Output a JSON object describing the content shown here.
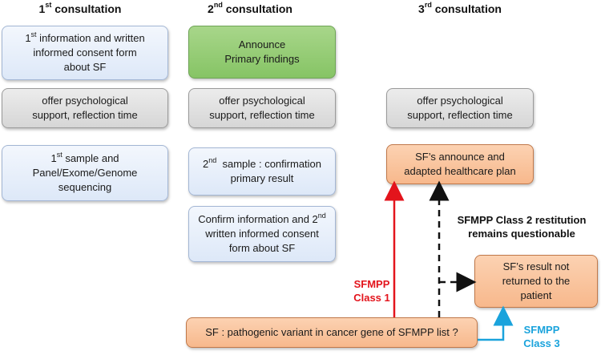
{
  "headers": {
    "c1": {
      "num": "1",
      "sup": "st",
      "rest": " consultation"
    },
    "c2": {
      "num": "2",
      "sup": "nd",
      "rest": " consultation"
    },
    "c3": {
      "num": "3",
      "sup": "rd",
      "rest": " consultation"
    }
  },
  "col1": {
    "info": {
      "l1_num": "1",
      "l1_sup": "st",
      "l1_rest": " information and written",
      "l2": "informed consent form",
      "l3": "about SF"
    },
    "support": {
      "l1": "offer psychological",
      "l2": "support, reflection time"
    },
    "sample": {
      "l1_num": "1",
      "l1_sup": "st",
      "l1_rest": " sample and",
      "l2": "Panel/Exome/Genome",
      "l3": "sequencing"
    }
  },
  "col2": {
    "announce": {
      "l1": "Announce",
      "l2": "Primary findings"
    },
    "support": {
      "l1": "offer psychological",
      "l2": "support, reflection time"
    },
    "sample": {
      "l1_num": "2",
      "l1_sup": "nd",
      "l1_rest": "  sample : confirmation",
      "l2": "primary result"
    },
    "confirm": {
      "l1_pre": "Confirm information and 2",
      "l1_sup": "nd",
      "l2": "written informed consent",
      "l3": "form about SF"
    }
  },
  "col3": {
    "support": {
      "l1": "offer psychological",
      "l2": "support, reflection time"
    },
    "announce": {
      "l1": "SF’s announce and",
      "l2": "adapted healthcare plan"
    },
    "not_returned": {
      "l1": "SF’s result not",
      "l2": "returned to the",
      "l3": "patient"
    }
  },
  "bottom": {
    "text": "SF : pathogenic variant in cancer gene of SFMPP list ?"
  },
  "labels": {
    "class1": {
      "l1": "SFMPP",
      "l2": "Class 1",
      "color": "#e3141c"
    },
    "class2": {
      "l1": "SFMPP Class 2 restitution",
      "l2": "remains questionable",
      "color": "#111111"
    },
    "class3": {
      "l1": "SFMPP",
      "l2": "Class 3",
      "color": "#1aa3dc"
    }
  },
  "colors": {
    "blue_box": "#dde8f8",
    "grey_box": "#d6d6d6",
    "green_box": "#86c465",
    "orange_box": "#f7b88c",
    "arrow_red": "#e3141c",
    "arrow_blue": "#1aa3dc",
    "arrow_black": "#111111"
  }
}
